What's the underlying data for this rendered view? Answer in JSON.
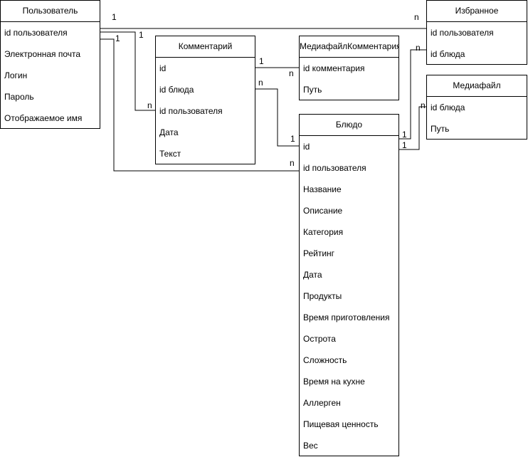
{
  "entities": {
    "user": {
      "title": "Пользователь",
      "fields": [
        "id пользователя",
        "Электронная почта",
        "Логин",
        "Пароль",
        "Отображаемое имя"
      ]
    },
    "comment": {
      "title": "Комментарий",
      "fields": [
        "id",
        "id блюда",
        "id пользователя",
        "Дата",
        "Текст"
      ]
    },
    "comment_media": {
      "title": "МедиафайлКомментария",
      "fields": [
        "id комментария",
        "Путь"
      ]
    },
    "favorites": {
      "title": "Избранное",
      "fields": [
        "id пользователя",
        "id блюда"
      ]
    },
    "media": {
      "title": "Медиафайл",
      "fields": [
        "id блюда",
        "Путь"
      ]
    },
    "dish": {
      "title": "Блюдо",
      "fields": [
        "id",
        "id пользователя",
        "Название",
        "Описание",
        "Категория",
        "Рейтинг",
        "Дата",
        "Продукты",
        "Время приготовления",
        "Острота",
        "Сложность",
        "Время на кухне",
        "Аллерген",
        "Пищевая ценность",
        "Вес"
      ]
    }
  },
  "cardinalities": {
    "user_favorites_from": "1",
    "user_favorites_to": "n",
    "user_comment_from": "1",
    "user_comment_to": "n",
    "user_dish_from": "1",
    "user_dish_to": "n",
    "comment_media_from": "1",
    "comment_media_to": "n",
    "comment_dish_from": "n",
    "comment_dish_to": "1",
    "dish_favorites_from": "1",
    "dish_favorites_to": "n",
    "dish_media_from": "1",
    "dish_media_to": "n"
  }
}
